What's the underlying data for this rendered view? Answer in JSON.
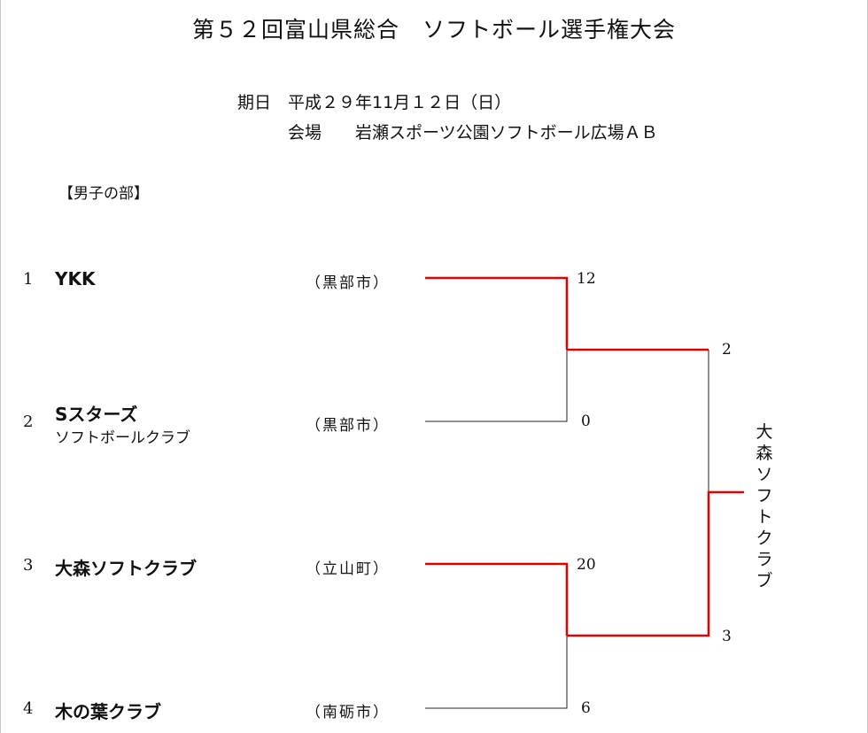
{
  "title": "第５２回富山県総合　ソフトボール選手権大会",
  "date_line": "期日　平成２９年11月１２日（日）",
  "venue_line": "会場　　岩瀬スポーツ公園ソフトボール広場ＡＢ",
  "section": "【男子の部】",
  "teams": [
    {
      "seed": "1",
      "name": "YKK",
      "sub": "",
      "city": "（黒部市）",
      "score": "12"
    },
    {
      "seed": "2",
      "name": "Sスターズ",
      "sub": "ソフトボールクラブ",
      "city": "（黒部市）",
      "score": "0"
    },
    {
      "seed": "3",
      "name": "大森ソフトクラブ",
      "sub": "",
      "city": "（立山町）",
      "score": "20"
    },
    {
      "seed": "4",
      "name": "木の葉クラブ",
      "sub": "",
      "city": "（南砺市）",
      "score": "6"
    }
  ],
  "final_scores": [
    "2",
    "3"
  ],
  "champion": "大森ソフトクラブ",
  "colors": {
    "winner_line": "#e00000",
    "loser_line": "#222222"
  }
}
